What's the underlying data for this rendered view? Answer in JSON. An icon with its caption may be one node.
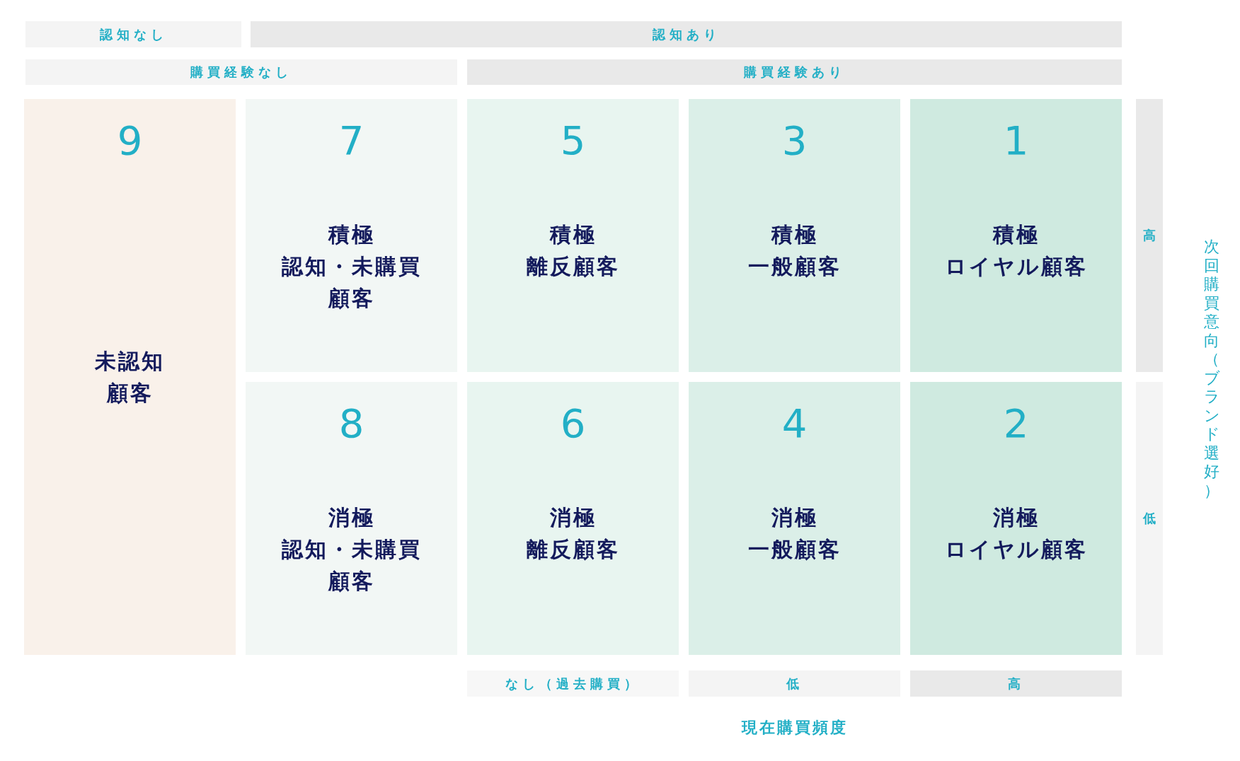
{
  "diagram": {
    "nodes": [
      {
        "text": [
          "認知なし"
        ]
      },
      {
        "text": [
          "認知あり"
        ]
      },
      {
        "text": [
          "購買経験なし"
        ]
      },
      {
        "text": [
          "購買経験あり"
        ]
      },
      {
        "text": [
          "9",
          "未認知顧客"
        ]
      },
      {
        "text": [
          "7",
          "積極",
          "認知・未購買顧客"
        ]
      },
      {
        "text": [
          "5",
          "積極",
          "離反顧客"
        ]
      },
      {
        "text": [
          "3",
          "積極",
          "一般顧客"
        ]
      },
      {
        "text": [
          "1",
          "積極",
          "ロイヤル顧客"
        ]
      },
      {
        "text": [
          "高"
        ]
      },
      {
        "text": [
          "8",
          "消極",
          "認知・未購買顧客"
        ]
      },
      {
        "text": [
          "6",
          "消極",
          "離反顧客"
        ]
      },
      {
        "text": [
          "4",
          "消極",
          "一般顧客"
        ]
      },
      {
        "text": [
          "2",
          "消極",
          "ロイヤル顧客"
        ]
      },
      {
        "text": [
          "低"
        ]
      },
      {
        "text": [
          "なし（過去購買）"
        ]
      },
      {
        "text": [
          "低"
        ]
      },
      {
        "text": [
          "高"
        ]
      }
    ],
    "labels": [
      "次回購買意向（ブランド選好）",
      "現在購買頻度"
    ]
  }
}
